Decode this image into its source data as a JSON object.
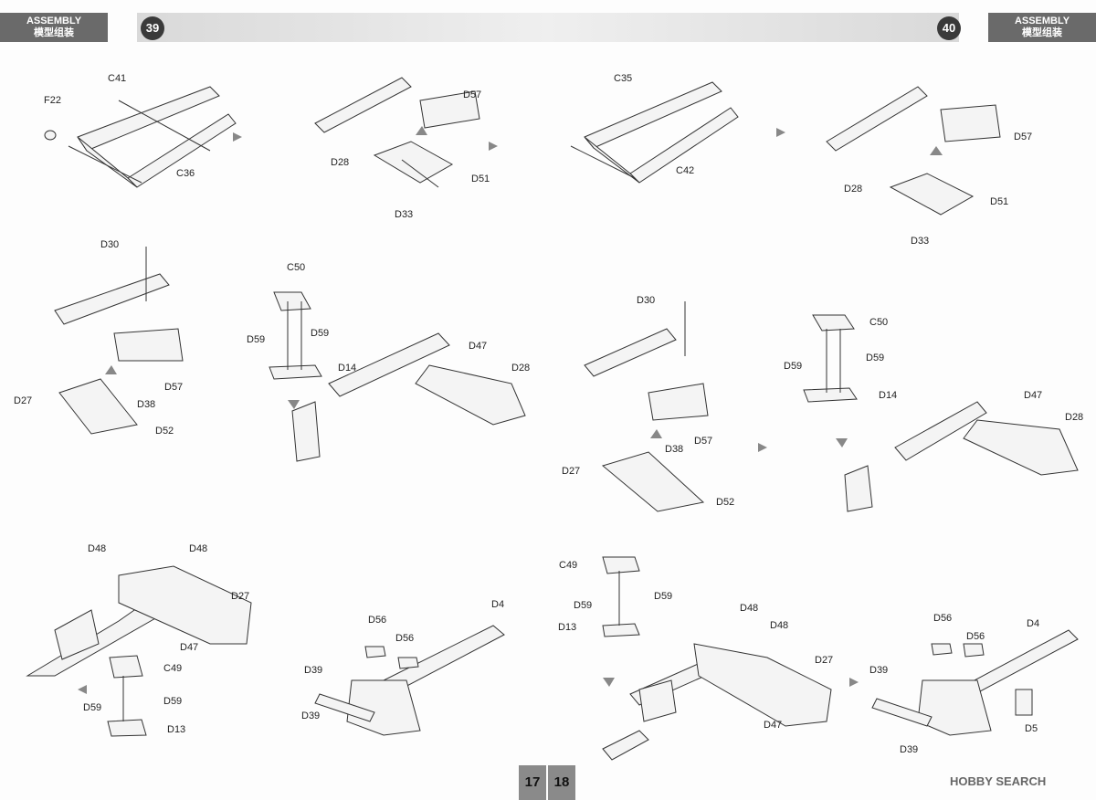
{
  "left_page": {
    "header": {
      "title_en": "ASSEMBLY",
      "title_cn": "模型组装",
      "step": "39"
    },
    "labels": [
      "C41",
      "F22",
      "C36",
      "D57",
      "D28",
      "D51",
      "D33",
      "D30",
      "C50",
      "D59",
      "D59",
      "D14",
      "D47",
      "D28",
      "D57",
      "D27",
      "D38",
      "D52",
      "D48",
      "D48",
      "D27",
      "D47",
      "C49",
      "D59",
      "D59",
      "D13",
      "D4",
      "D56",
      "D56",
      "D39",
      "D39"
    ],
    "page_number": "17"
  },
  "right_page": {
    "header": {
      "title_en": "ASSEMBLY",
      "title_cn": "模型组装",
      "step": "40"
    },
    "labels": [
      "C35",
      "C42",
      "D57",
      "D28",
      "D51",
      "D33",
      "D30",
      "C50",
      "D59",
      "D59",
      "D14",
      "D47",
      "D28",
      "D57",
      "D38",
      "D27",
      "D52",
      "C49",
      "D59",
      "D59",
      "D13",
      "D48",
      "D48",
      "D27",
      "D47",
      "D56",
      "D56",
      "D4",
      "D39",
      "D39",
      "D5"
    ],
    "page_number": "18"
  },
  "watermark": "HOBBY SEARCH",
  "colors": {
    "header_box": "#6a6a6a",
    "step_circle": "#3a3a3a",
    "page_tab": "#8a8a8a"
  }
}
